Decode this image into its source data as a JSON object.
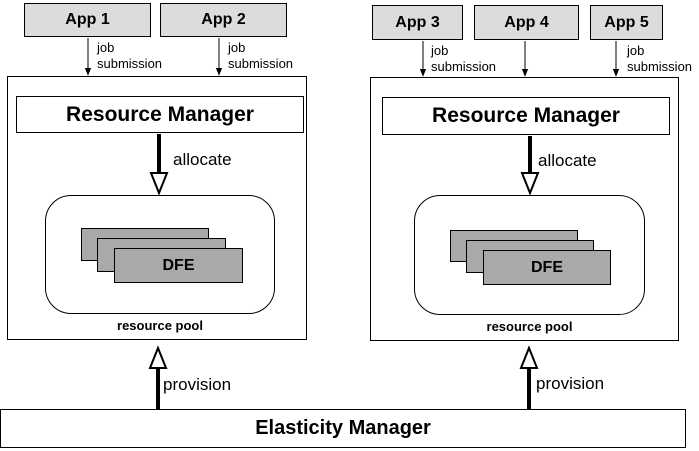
{
  "left_cluster": {
    "apps": [
      "App 1",
      "App 2"
    ],
    "job_submission": [
      "job",
      "submission"
    ],
    "resource_manager": "Resource Manager",
    "allocate": "allocate",
    "dfe": "DFE",
    "resource_pool": "resource pool",
    "provision": "provision"
  },
  "right_cluster": {
    "apps": [
      "App 3",
      "App 4",
      "App 5"
    ],
    "job_submission": [
      "job",
      "submission"
    ],
    "resource_manager": "Resource Manager",
    "allocate": "allocate",
    "dfe": "DFE",
    "resource_pool": "resource pool",
    "provision": "provision"
  },
  "elasticity_manager": "Elasticity Manager"
}
